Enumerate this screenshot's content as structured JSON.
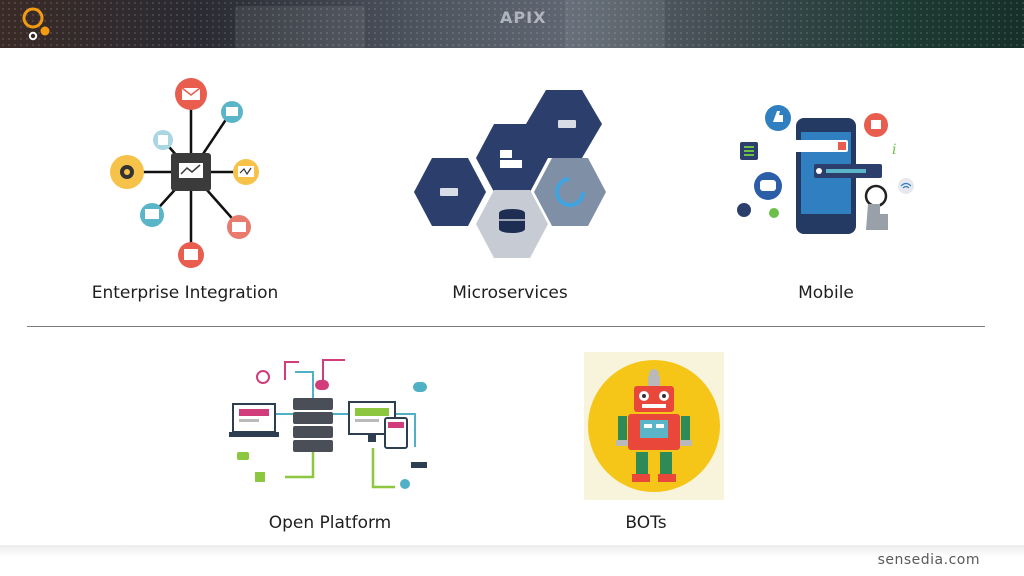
{
  "banner": {
    "sign_text": "APIX",
    "logo_icon": "sensedia-circles-icon",
    "accent_color": "#f39c12"
  },
  "solutions": [
    {
      "label": "Enterprise Integration",
      "icon": "network-hub-icon"
    },
    {
      "label": "Microservices",
      "icon": "hexagon-cluster-icon"
    },
    {
      "label": "Mobile",
      "icon": "smartphone-apps-icon"
    },
    {
      "label": "Open Platform",
      "icon": "server-flow-icon"
    },
    {
      "label": "BOTs",
      "icon": "robot-icon"
    }
  ],
  "footer": {
    "brand": "sensedia.com"
  }
}
